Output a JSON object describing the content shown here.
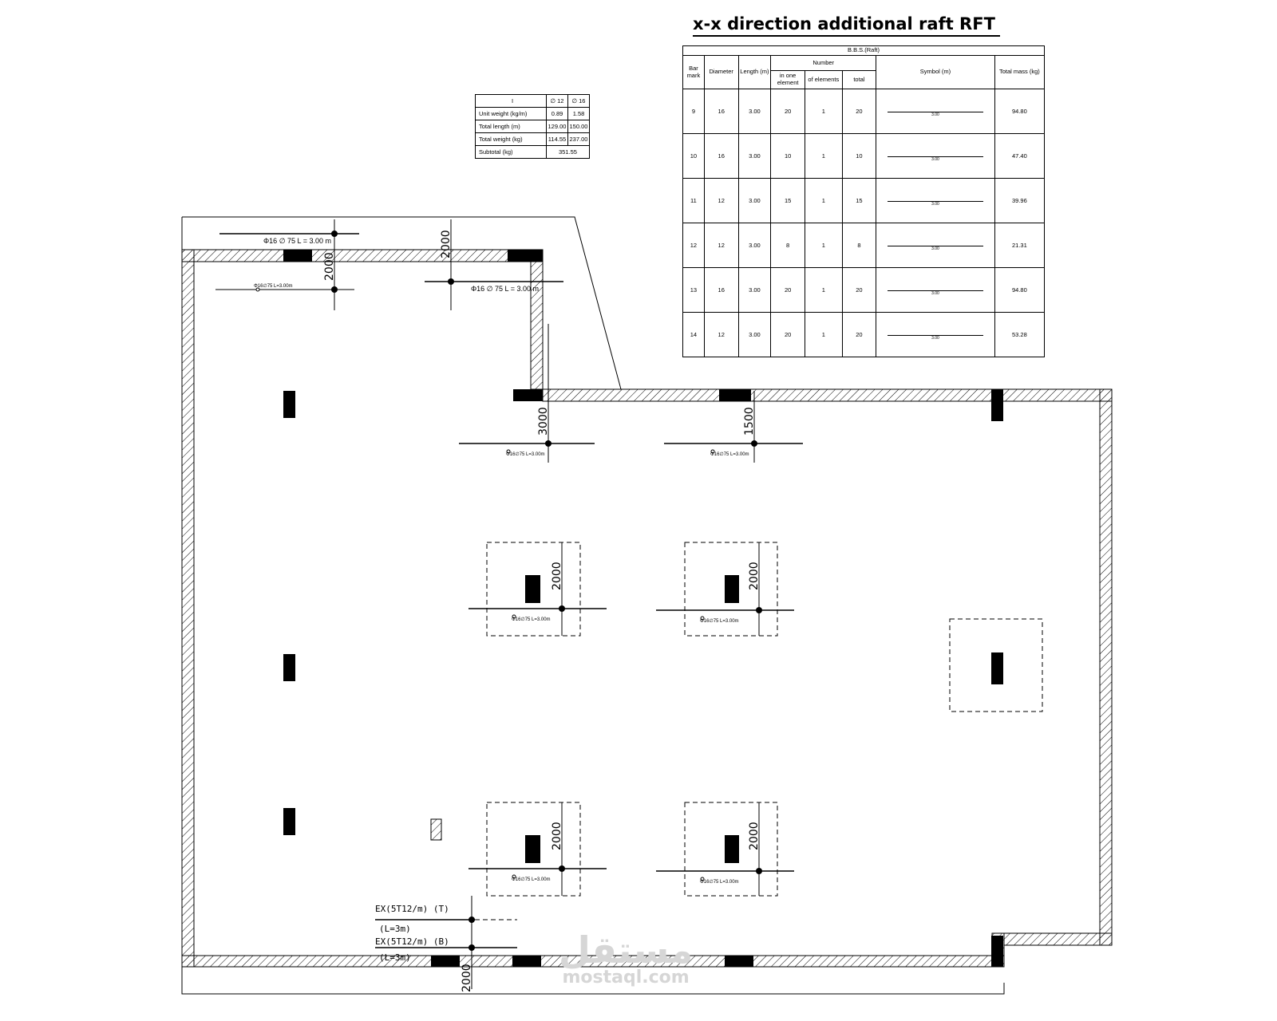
{
  "title": "x-x direction additional raft RFT",
  "weight_table": {
    "header": [
      "I",
      "∅ 12",
      "∅ 16"
    ],
    "rows": [
      {
        "label": "Unit weight (kg/m)",
        "v1": "0.89",
        "v2": "1.58"
      },
      {
        "label": "Total length (m)",
        "v1": "129.00",
        "v2": "150.00"
      },
      {
        "label": "Total weight (kg)",
        "v1": "114.55",
        "v2": "237.00"
      }
    ],
    "subtotal": {
      "label": "Subtotal (kg)",
      "value": "351.55"
    }
  },
  "bbs_table": {
    "caption": "B.B.S.(Raft)",
    "headers": {
      "bar_mark": "Bar mark",
      "diameter": "Diameter",
      "length": "Length (m)",
      "number": "Number",
      "in_one_element": "in one element",
      "of_elements": "of elements",
      "total": "total",
      "symbol": "Symbol (m)",
      "total_mass": "Total mass (kg)"
    },
    "rows": [
      {
        "mark": "9",
        "dia": "16",
        "len": "3.00",
        "one": "20",
        "elems": "1",
        "total": "20",
        "sym": "3.00",
        "mass": "94.80"
      },
      {
        "mark": "10",
        "dia": "16",
        "len": "3.00",
        "one": "10",
        "elems": "1",
        "total": "10",
        "sym": "3.00",
        "mass": "47.40"
      },
      {
        "mark": "11",
        "dia": "12",
        "len": "3.00",
        "one": "15",
        "elems": "1",
        "total": "15",
        "sym": "3.00",
        "mass": "39.96"
      },
      {
        "mark": "12",
        "dia": "12",
        "len": "3.00",
        "one": "8",
        "elems": "1",
        "total": "8",
        "sym": "3.00",
        "mass": "21.31"
      },
      {
        "mark": "13",
        "dia": "16",
        "len": "3.00",
        "one": "20",
        "elems": "1",
        "total": "20",
        "sym": "3.00",
        "mass": "94.80"
      },
      {
        "mark": "14",
        "dia": "12",
        "len": "3.00",
        "one": "20",
        "elems": "1",
        "total": "20",
        "sym": "3.00",
        "mass": "53.28"
      }
    ]
  },
  "plan": {
    "dims": {
      "d2000": "2000",
      "d3000": "3000",
      "d1500": "1500"
    },
    "bar_labels": {
      "top_left": "Φ16 ∅ 75  L = 3.00 m",
      "top_center": "Φ16 ∅ 75  L = 3.00 m",
      "small": "Φ16∅75  L=3.00m"
    },
    "notes": {
      "top_bar": "EX(5T12/m) (T)",
      "top_len": "(L=3m)",
      "bottom_bar": "EX(5T12/m) (B)",
      "bottom_len": "(L=3m)"
    }
  },
  "watermark": {
    "arabic": "مستقل",
    "latin": "mostaql.com"
  }
}
